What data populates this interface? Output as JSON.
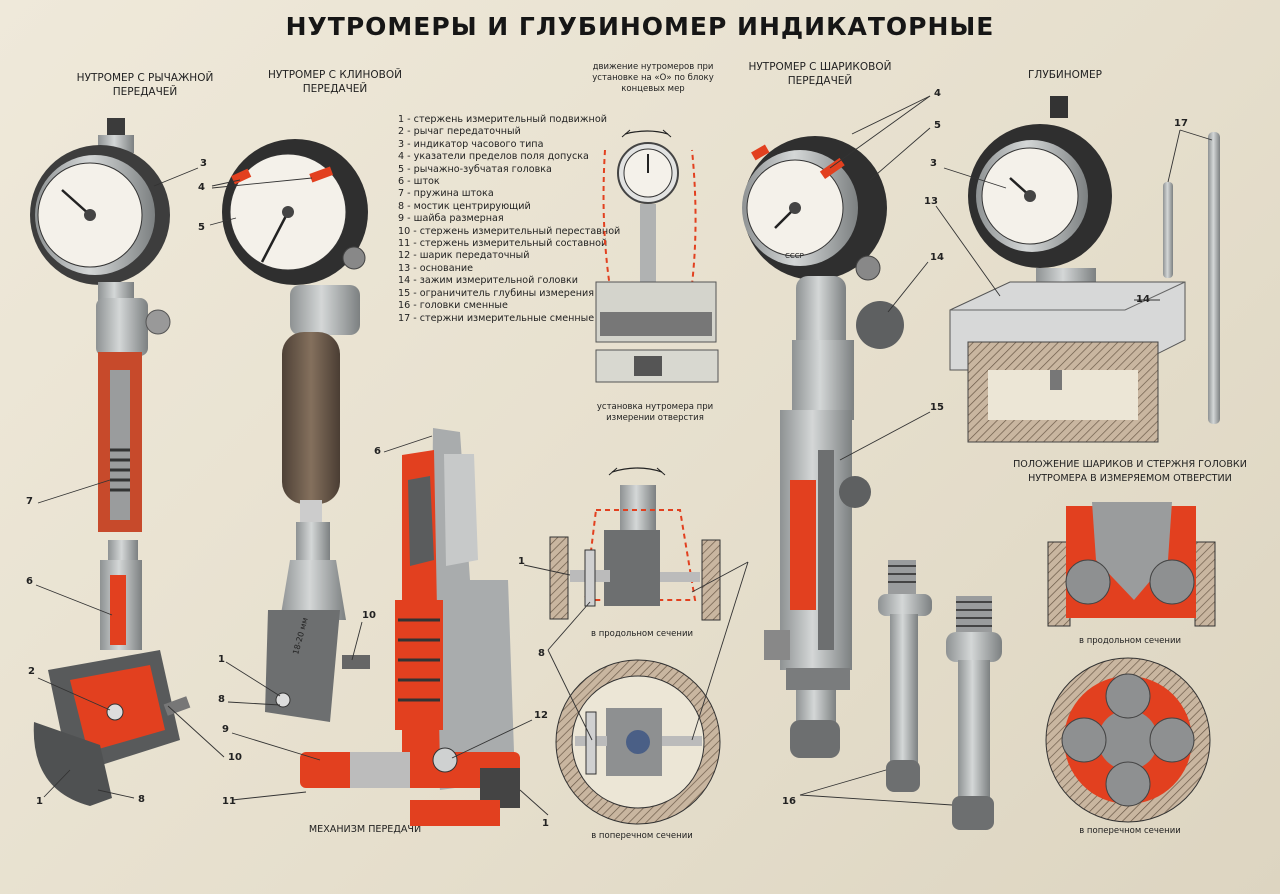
{
  "title": "НУТРОМЕРЫ И ГЛУБИНОМЕР ИНДИКАТОРНЫЕ",
  "sections": {
    "lever": "НУТРОМЕР С РЫЧАЖНОЙ ПЕРЕДАЧЕЙ",
    "wedge": "НУТРОМЕР С КЛИНОВОЙ ПЕРЕДАЧЕЙ",
    "ball": "НУТРОМЕР С ШАРИКОВОЙ ПЕРЕДАЧЕЙ",
    "depth": "ГЛУБИНОМЕР",
    "balls_position": "ПОЛОЖЕНИЕ ШАРИКОВ И СТЕРЖНЯ ГОЛОВКИ НУТРОМЕРА В ИЗМЕРЯЕМОМ ОТВЕРСТИИ",
    "mechanism": "МЕХАНИЗМ ПЕРЕДАЧИ"
  },
  "legend": [
    "1 - стержень измерительный подвижной",
    "2 - рычаг передаточный",
    "3 - индикатор часового типа",
    "4 - указатели пределов поля допуска",
    "5 - рычажно-зубчатая головка",
    "6 - шток",
    "7 - пружина штока",
    "8 - мостик центрирующий",
    "9 - шайба размерная",
    "10 - стержень измерительный переставной",
    "11 - стержень измерительный составной",
    "12 - шарик передаточный",
    "13 - основание",
    "14 - зажим измерительной головки",
    "15 - ограничитель глубины измерения",
    "16 - головки сменные",
    "17 - стержни измерительные сменные"
  ],
  "captions": {
    "zero_setting": "движение нутромеров при установке на «О» по блоку концевых мер",
    "hole_setting": "установка нутромера при измерении отверстия",
    "longitudinal_1": "в продольном сечении",
    "cross_1": "в поперечном сечении",
    "longitudinal_2": "в продольном сечении",
    "cross_2": "в поперечном сечении"
  },
  "gauge_marks": {
    "wedge_range": "18-20 мм",
    "ussr": "СССР"
  },
  "callouts": [
    {
      "id": "c3a",
      "text": "3"
    },
    {
      "id": "c4a",
      "text": "4"
    },
    {
      "id": "c5a",
      "text": "5"
    },
    {
      "id": "c7",
      "text": "7"
    },
    {
      "id": "c6a",
      "text": "6"
    },
    {
      "id": "c2",
      "text": "2"
    },
    {
      "id": "c10a",
      "text": "10"
    },
    {
      "id": "c1a",
      "text": "1"
    },
    {
      "id": "c8a",
      "text": "8"
    },
    {
      "id": "c10b",
      "text": "10"
    },
    {
      "id": "c1b",
      "text": "1"
    },
    {
      "id": "c8b",
      "text": "8"
    },
    {
      "id": "c9",
      "text": "9"
    },
    {
      "id": "c11",
      "text": "11"
    },
    {
      "id": "c6b",
      "text": "6"
    },
    {
      "id": "c12",
      "text": "12"
    },
    {
      "id": "c1c",
      "text": "1"
    },
    {
      "id": "c1d",
      "text": "1"
    },
    {
      "id": "c8c",
      "text": "8"
    },
    {
      "id": "c4b",
      "text": "4"
    },
    {
      "id": "c5b",
      "text": "5"
    },
    {
      "id": "c14a",
      "text": "14"
    },
    {
      "id": "c15",
      "text": "15"
    },
    {
      "id": "c16",
      "text": "16"
    },
    {
      "id": "c3b",
      "text": "3"
    },
    {
      "id": "c13",
      "text": "13"
    },
    {
      "id": "c14b",
      "text": "14"
    },
    {
      "id": "c17",
      "text": "17"
    }
  ],
  "colors": {
    "paper": "#e9e2d2",
    "steel": "#b9bcbd",
    "dark_steel": "#5d5f60",
    "cutaway_red": "#e2401f",
    "handle_brown": "#6a5848"
  }
}
